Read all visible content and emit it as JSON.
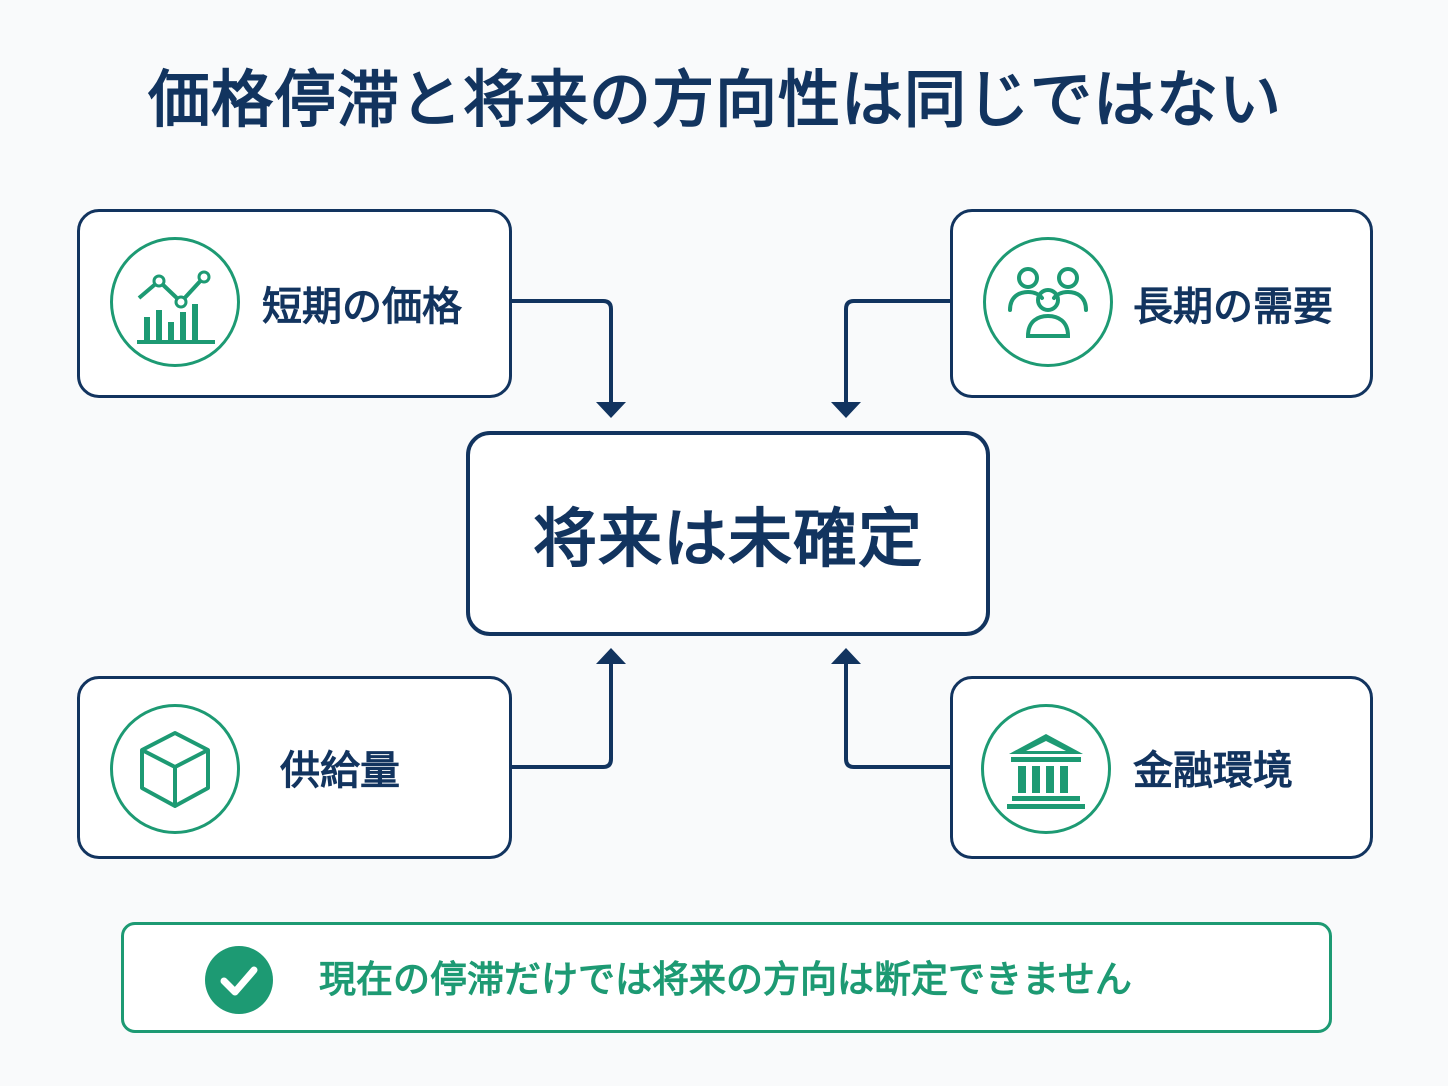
{
  "title": "価格停滞と将来の方向性は同じではない",
  "center": {
    "label": "将来は未確定"
  },
  "factors": [
    {
      "label": "短期の価格",
      "icon": "bar-line-chart-icon"
    },
    {
      "label": "長期の需要",
      "icon": "people-group-icon"
    },
    {
      "label": "供給量",
      "icon": "cube-icon"
    },
    {
      "label": "金融環境",
      "icon": "bank-building-icon"
    }
  ],
  "note": {
    "text": "現在の停滞だけでは将来の方向は断定できません",
    "icon": "check-circle-icon"
  },
  "colors": {
    "navy": "#12345f",
    "green": "#1d9a73",
    "background": "#f9fafb"
  }
}
